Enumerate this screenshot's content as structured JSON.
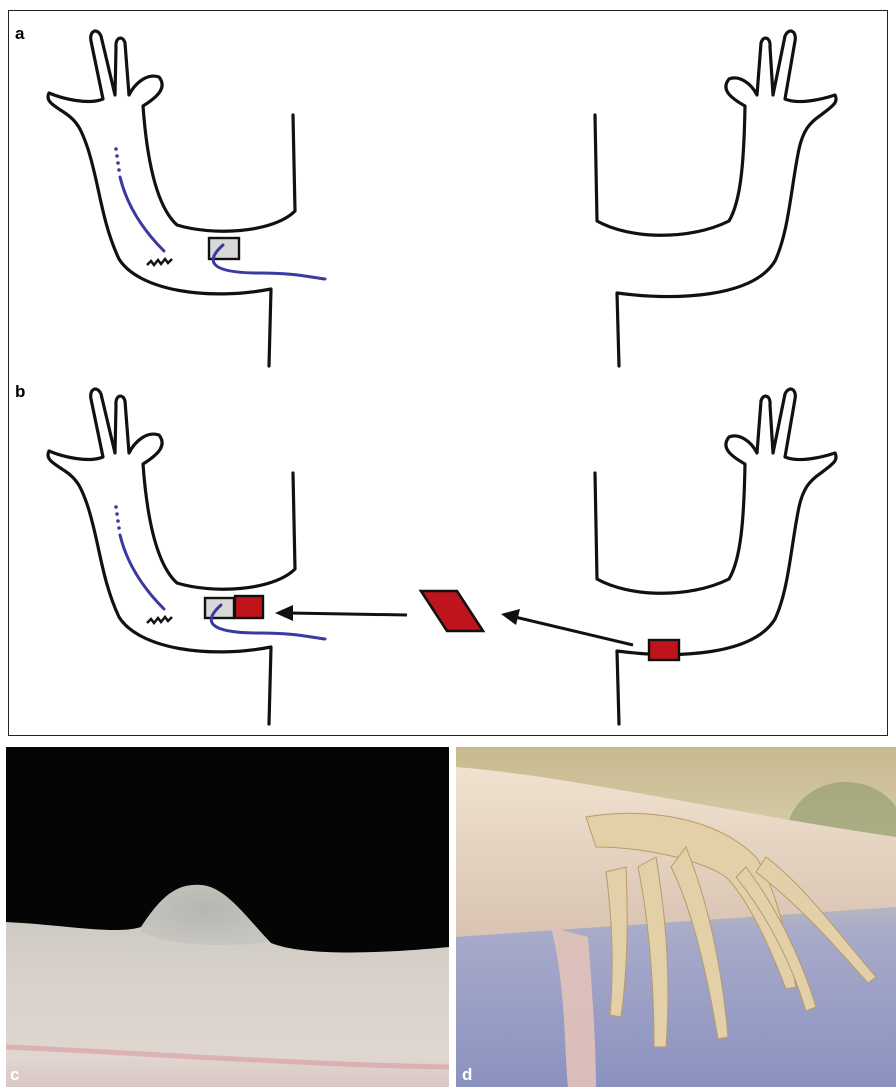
{
  "panels": {
    "a": {
      "label": "a"
    },
    "b": {
      "label": "b"
    },
    "c": {
      "label": "c"
    },
    "d": {
      "label": "d"
    }
  },
  "colors": {
    "outline": "#111111",
    "nerve": "#3a3aa0",
    "graft_red": "#c0141c",
    "wound_grey": "#d8d8d8",
    "photo_c_background": "#050505",
    "photo_c_tissue": "#c9c6bf",
    "photo_d_background": "#9aa0c8",
    "photo_d_tissue": "#e8d7c0"
  },
  "icons": {
    "arrow_large": "left-arrow-icon",
    "arrow_small": "left-arrow-icon"
  }
}
